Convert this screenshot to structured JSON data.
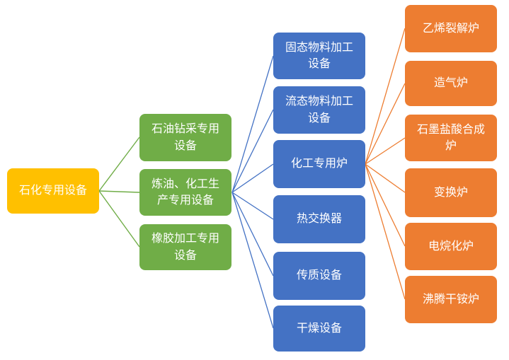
{
  "diagram": {
    "type": "hierarchy-tree",
    "colors": {
      "level1": "#FFC000",
      "level2": "#70AD47",
      "level3": "#4472C4",
      "level4": "#ED7D31",
      "text": "#FFFFFF"
    },
    "tree": {
      "label": "石化专用设备",
      "children": [
        {
          "label": "石油钻采专用设备",
          "children": []
        },
        {
          "label": "炼油、化工生产专用设备",
          "children": [
            {
              "label": "固态物料加工设备",
              "children": []
            },
            {
              "label": "流态物料加工设备",
              "children": []
            },
            {
              "label": "化工专用炉",
              "children": [
                {
                  "label": "乙烯裂解炉"
                },
                {
                  "label": "造气炉"
                },
                {
                  "label": "石墨盐酸合成炉"
                },
                {
                  "label": "变换炉"
                },
                {
                  "label": "电烷化炉"
                },
                {
                  "label": "沸腾干铵炉"
                }
              ]
            },
            {
              "label": "热交换器",
              "children": []
            },
            {
              "label": "传质设备",
              "children": []
            },
            {
              "label": "干燥设备",
              "children": []
            }
          ]
        },
        {
          "label": "橡胶加工专用设备",
          "children": []
        }
      ]
    }
  }
}
